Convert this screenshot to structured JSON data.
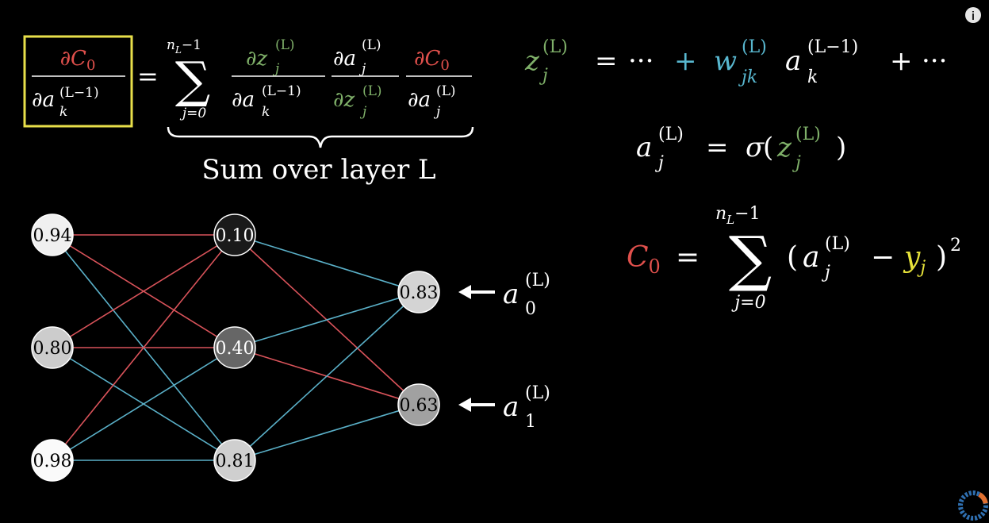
{
  "colors": {
    "background": "#000000",
    "text": "#ffffff",
    "red": "#e0504c",
    "green": "#7fb069",
    "blue": "#58b7cf",
    "yellow": "#e6e23a",
    "box": "#e8df4a",
    "edge_red": "#d9535a",
    "edge_blue": "#5ab0c8"
  },
  "icons": {
    "info": "info-icon",
    "loader": "loading-spinner-icon"
  },
  "info_label": "i",
  "sym": {
    "d": "∂",
    "C": "C",
    "zero": "0",
    "one": "1",
    "a": "a",
    "z": "z",
    "w": "w",
    "y": "y",
    "j": "j",
    "k": "k",
    "jk": "jk",
    "jeq0": "j=0",
    "nL1": "n",
    "L": "L",
    "Lminus1": "−1",
    "supL": "(L)",
    "supLm1": "(L−1)",
    "sigma": "σ",
    "sum": "∑",
    "eq": "=",
    "plus": "+",
    "minus": "−",
    "dots": "···",
    "lparen": "(",
    "rparen": ")",
    "sq": "2"
  },
  "sum_caption": "Sum over layer L",
  "network": {
    "layers": [
      [
        0.94,
        0.8,
        0.98
      ],
      [
        0.1,
        0.4,
        0.81
      ],
      [
        0.83,
        0.63
      ]
    ],
    "labels": [
      [
        "0.94",
        "0.80",
        "0.98"
      ],
      [
        "0.10",
        "0.40",
        "0.81"
      ],
      [
        "0.83",
        "0.63"
      ]
    ],
    "edges_1": [
      [
        "red",
        "red",
        "blue"
      ],
      [
        "red",
        "red",
        "blue"
      ],
      [
        "red",
        "blue",
        "blue"
      ]
    ],
    "edges_2": [
      [
        "blue",
        "red"
      ],
      [
        "blue",
        "red"
      ],
      [
        "blue",
        "blue"
      ]
    ]
  }
}
